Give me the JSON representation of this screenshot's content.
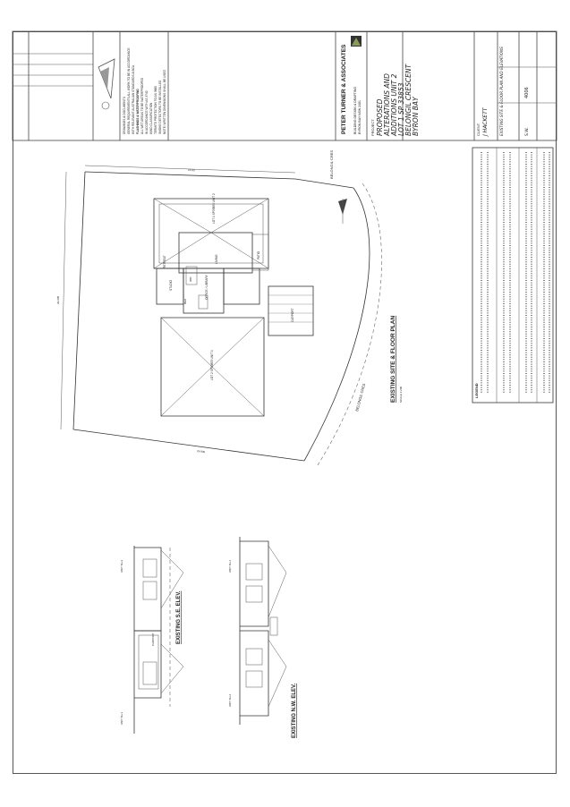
{
  "title_block": {
    "company": "PETER TURNER & ASSOCIATES",
    "project_label": "PROJECT",
    "project_title": [
      "PROPOSED",
      "ALTERATIONS AND",
      "ADDITIONS UNIT 2",
      "LOT 1 SP 33853",
      "BELONGIL CRESCENT",
      "BYRON BAY"
    ],
    "client_label": "CLIENT",
    "client": "J HACKETT",
    "drawing_title": "EXISTING SITE & FLOOR PLAN AND ELEVATIONS",
    "job_no": "4006",
    "drawn_initials": "S.W."
  },
  "drawing": {
    "site_plan_title": "EXISTING SITE & FLOOR PLAN",
    "se_elevation_title": "EXISTING S.E. ELEV.",
    "nw_elevation_title": "EXISTING N.W. ELEV.",
    "street_top": "BELONGIL CRES",
    "street_bottom": "BELONGIL CRES",
    "rooms": {
      "lot1": "LOT 1 SP33853 UNIT 2",
      "lot2": "LOT 2 SP33853 UNIT 1",
      "retreat": "RETREAT",
      "living": "LIVING",
      "patio": "PATIO",
      "office": "OFFICE / LIBRARY",
      "studio": "STUDIO",
      "carport": "CARPORT",
      "wc": "W/C",
      "bed": "BED"
    },
    "elev_labels": {
      "se_unit2": "UNIT No.2",
      "se_unit1": "UNIT No.1",
      "se_carport": "CARPORT",
      "nw_unit1": "UNIT No.1",
      "nw_unit2": "UNIT No.2"
    },
    "legend_title": "LEGEND"
  }
}
